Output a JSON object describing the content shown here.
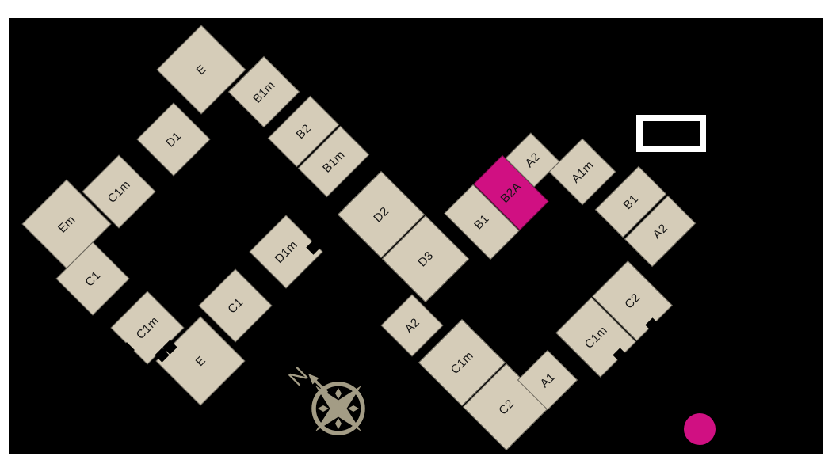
{
  "site_map": {
    "background_color": "#000000",
    "page_color": "#ffffff",
    "unit_color": "#d5ccb8",
    "unit_border_color": "rgba(0,0,0,0.5)",
    "highlight_color": "#d01082",
    "label_color": "#161616"
  },
  "units": [
    {
      "label": "E"
    },
    {
      "label": "D1"
    },
    {
      "label": "C1m"
    },
    {
      "label": "Em"
    },
    {
      "label": "C1"
    },
    {
      "label": "C1m"
    },
    {
      "label": "E"
    },
    {
      "label": "C1"
    },
    {
      "label": "D1m"
    },
    {
      "label": "B1m"
    },
    {
      "label": "B2"
    },
    {
      "label": "B1m"
    },
    {
      "label": "D2"
    },
    {
      "label": "D3"
    },
    {
      "label": "A2"
    },
    {
      "label": "C1m"
    },
    {
      "label": "C2"
    },
    {
      "label": "A1"
    },
    {
      "label": "C1m"
    },
    {
      "label": "C2"
    },
    {
      "label": "B1"
    },
    {
      "label": "B2A",
      "highlighted": true
    },
    {
      "label": "A2"
    },
    {
      "label": "A1m"
    },
    {
      "label": "B1"
    },
    {
      "label": "A2"
    }
  ],
  "compass": {
    "label": "N",
    "color": "#a39c85"
  },
  "markers": {
    "outline_box_color": "#ffffff",
    "dot_color": "#d01082"
  }
}
